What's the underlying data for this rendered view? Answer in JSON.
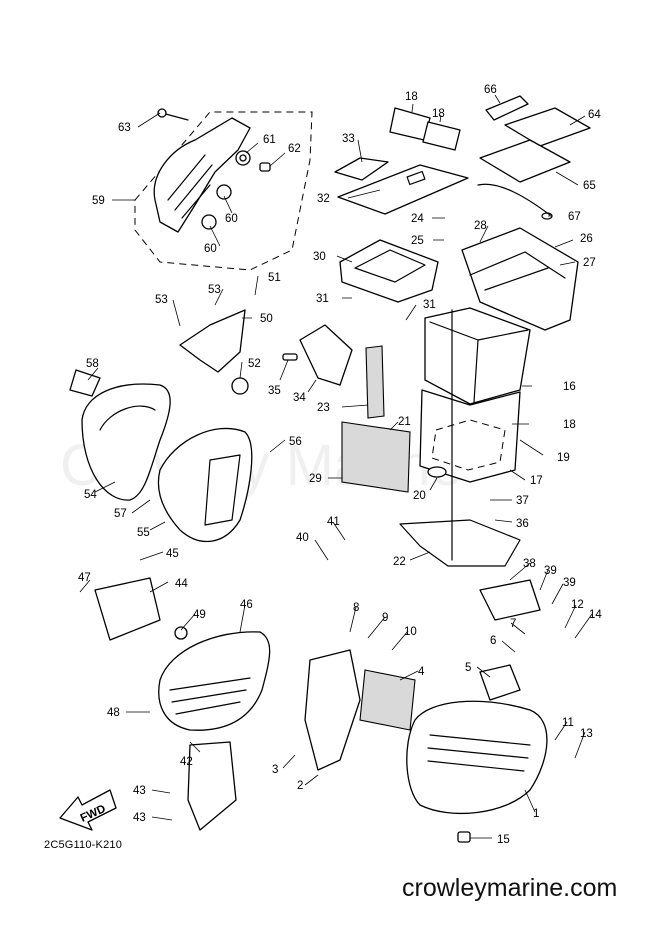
{
  "diagram_code": "2C5G110-K210",
  "brand": "crowleymarine.com",
  "watermark": "Crowley Marine",
  "fwd_label": "FWD",
  "callouts": [
    "63",
    "61",
    "62",
    "59",
    "60",
    "60",
    "18",
    "18",
    "66",
    "64",
    "33",
    "65",
    "32",
    "67",
    "24",
    "28",
    "26",
    "25",
    "30",
    "27",
    "51",
    "53",
    "53",
    "50",
    "31",
    "31",
    "58",
    "52",
    "35",
    "34",
    "16",
    "23",
    "21",
    "18",
    "56",
    "19",
    "29",
    "17",
    "54",
    "20",
    "37",
    "57",
    "55",
    "36",
    "41",
    "40",
    "22",
    "38",
    "39",
    "39",
    "45",
    "47",
    "44",
    "46",
    "49",
    "8",
    "9",
    "10",
    "12",
    "14",
    "7",
    "6",
    "4",
    "5",
    "48",
    "11",
    "13",
    "42",
    "3",
    "43",
    "2",
    "1",
    "43",
    "15"
  ]
}
